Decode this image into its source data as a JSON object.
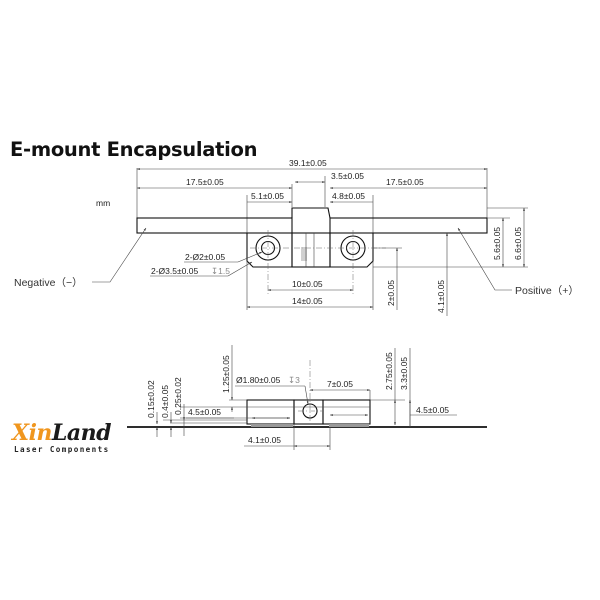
{
  "title": "E-mount Encapsulation",
  "units": "mm",
  "labels": {
    "negative": "Negative（−）",
    "positive": "Positive（+）"
  },
  "top_view": {
    "overall_length": "39.1±0.05",
    "left_tab_length": "17.5±0.05",
    "right_tab_length": "17.5±0.05",
    "center_block_width": "3.5±0.05",
    "left_offset": "5.1±0.05",
    "right_offset": "4.8±0.05",
    "hole_small": "2-Ø2±0.05",
    "hole_large": "2-Ø3.5±0.05",
    "hole_depth": "↧1.5",
    "hole_spacing": "10±0.05",
    "base_width": "14±0.05",
    "hole_height": "2±0.05",
    "tab_height": "4.1±0.05",
    "height_5_6": "5.6±0.05",
    "height_6_6": "6.6±0.05"
  },
  "side_view": {
    "dim_0_15": "0.15±0.02",
    "dim_0_4": "0.4±0.05",
    "dim_0_25": "0.25±0.02",
    "dim_1_25": "1.25±0.05",
    "hole_dia": "Ø1.80±0.05",
    "hole_depth": "↧3",
    "dim_7": "7±0.05",
    "dim_2_75": "2.75±0.05",
    "dim_3_3": "3.3±0.05",
    "left_4_5": "4.5±0.05",
    "right_4_5": "4.5±0.05",
    "bottom_4_1": "4.1±0.05"
  },
  "logo": {
    "name_part1": "Xin",
    "name_part2": "Land",
    "tagline": "Laser Components",
    "accent_color": "#f0961e"
  }
}
